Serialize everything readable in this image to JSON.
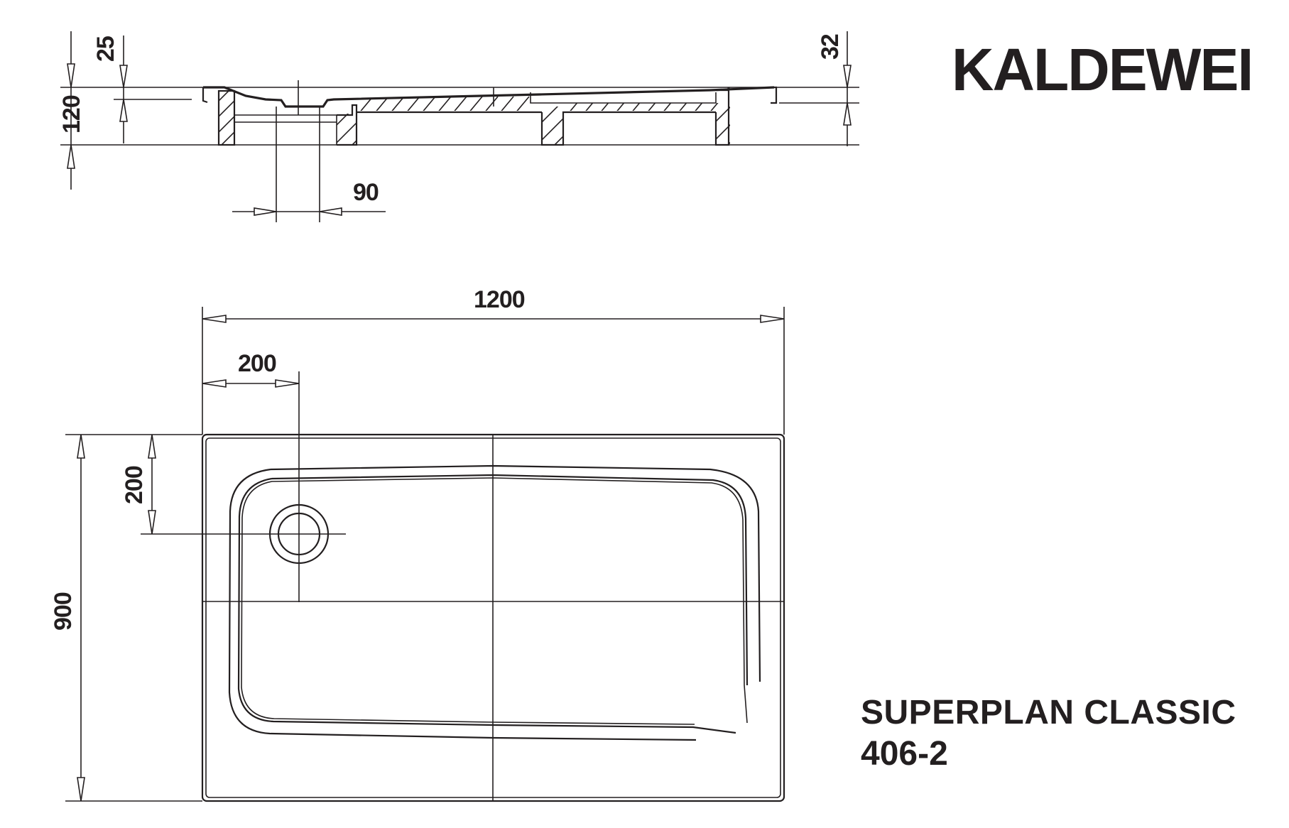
{
  "brand": {
    "logo_text": "KALDEWEI"
  },
  "product": {
    "name": "SUPERPLAN CLASSIC",
    "code": "406-2"
  },
  "section_view": {
    "dimensions": {
      "total_height": "120",
      "rim_depth": "25",
      "rim_edge": "32",
      "drain_diameter": "90"
    }
  },
  "plan_view": {
    "dimensions": {
      "length": "1200",
      "width": "900",
      "drain_offset_x": "200",
      "drain_offset_y": "200"
    }
  },
  "colors": {
    "line": "#231f20",
    "background": "#ffffff"
  }
}
